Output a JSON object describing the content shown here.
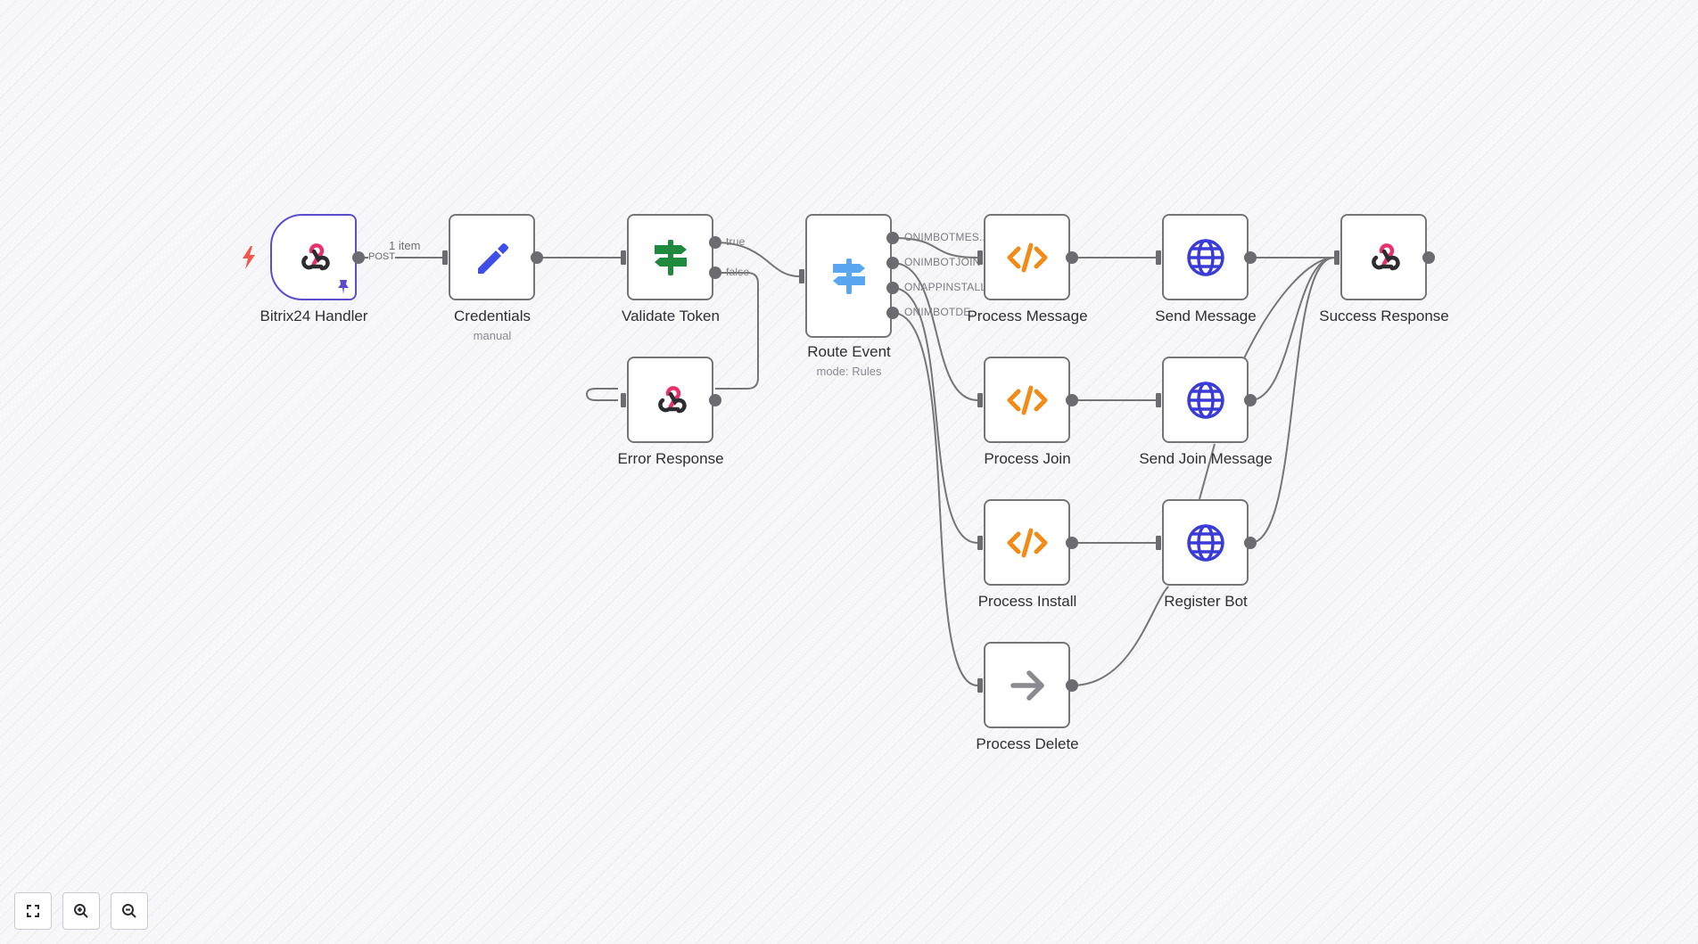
{
  "colors": {
    "edge": "#757575",
    "trigger_border": "#5b4ccb",
    "code_orange": "#f28c18",
    "globe_blue": "#3b3bd6",
    "sign_green": "#1f8a3d",
    "sign_lightblue": "#5aa7f0",
    "pencil_blue": "#3f4ee6",
    "webhook_pink": "#e8316d",
    "bolt_red": "#f2574b"
  },
  "nodes": {
    "bitrix_handler": {
      "label": "Bitrix24 Handler",
      "icon": "webhook-icon"
    },
    "credentials": {
      "label": "Credentials",
      "sublabel": "manual",
      "icon": "pencil-icon"
    },
    "validate_token": {
      "label": "Validate Token",
      "icon": "signpost-icon"
    },
    "error_response": {
      "label": "Error Response",
      "icon": "webhook-icon"
    },
    "route_event": {
      "label": "Route Event",
      "sublabel": "mode: Rules",
      "icon": "signpost-icon"
    },
    "process_message": {
      "label": "Process Message",
      "icon": "code-icon"
    },
    "process_join": {
      "label": "Process Join",
      "icon": "code-icon"
    },
    "process_install": {
      "label": "Process Install",
      "icon": "code-icon"
    },
    "process_delete": {
      "label": "Process Delete",
      "icon": "arrow-right-icon"
    },
    "send_message": {
      "label": "Send Message",
      "icon": "globe-icon"
    },
    "send_join_message": {
      "label": "Send Join Message",
      "icon": "globe-icon"
    },
    "register_bot": {
      "label": "Register Bot",
      "icon": "globe-icon"
    },
    "success_response": {
      "label": "Success Response",
      "icon": "webhook-icon"
    }
  },
  "edge_labels": {
    "items_count": "1 item",
    "method": "POST"
  },
  "branches": {
    "validate_true": "true",
    "validate_false": "false",
    "route_0": "ONIMBOTMES...",
    "route_1": "ONIMBOTJOIN",
    "route_2": "ONAPPINSTALL",
    "route_3": "ONIMBOTDE..."
  },
  "controls": {
    "fit": "fit-view-icon",
    "zoom_in": "zoom-in-icon",
    "zoom_out": "zoom-out-icon"
  }
}
